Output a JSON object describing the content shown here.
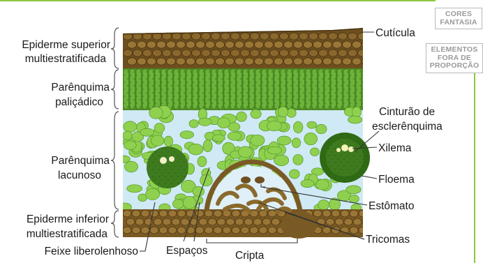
{
  "labels": {
    "epiderme_superior": [
      "Epiderme superior",
      "multiestratificada"
    ],
    "parenquima_palicadico": [
      "Parênquima",
      "paliçádico"
    ],
    "parenquima_lacunoso": [
      "Parênquima",
      "lacunoso"
    ],
    "epiderme_inferior": [
      "Epiderme inferior",
      "multiestratificada"
    ],
    "feixe": "Feixe liberolenhoso",
    "espacos": "Espaços",
    "cripta": "Cripta",
    "cuticula": "Cutícula",
    "cinturao": [
      "Cinturão de",
      "esclerênquima"
    ],
    "xilema": "Xilema",
    "floema": "Floema",
    "estomato": "Estômato",
    "tricomas": "Tricomas"
  },
  "tags": {
    "cores": [
      "CORES",
      "FANTASIA"
    ],
    "elementos": [
      "ELEMENTOS",
      "FORA DE",
      "PROPORÇÃO"
    ]
  },
  "colors": {
    "accent_line": "#8cc63f",
    "epidermis": "#7a5a24",
    "palisade": "#5d9e2f",
    "spongy": "#8fd14f",
    "air_space": "#cfe9f5",
    "trichome": "#8a6a2c"
  }
}
